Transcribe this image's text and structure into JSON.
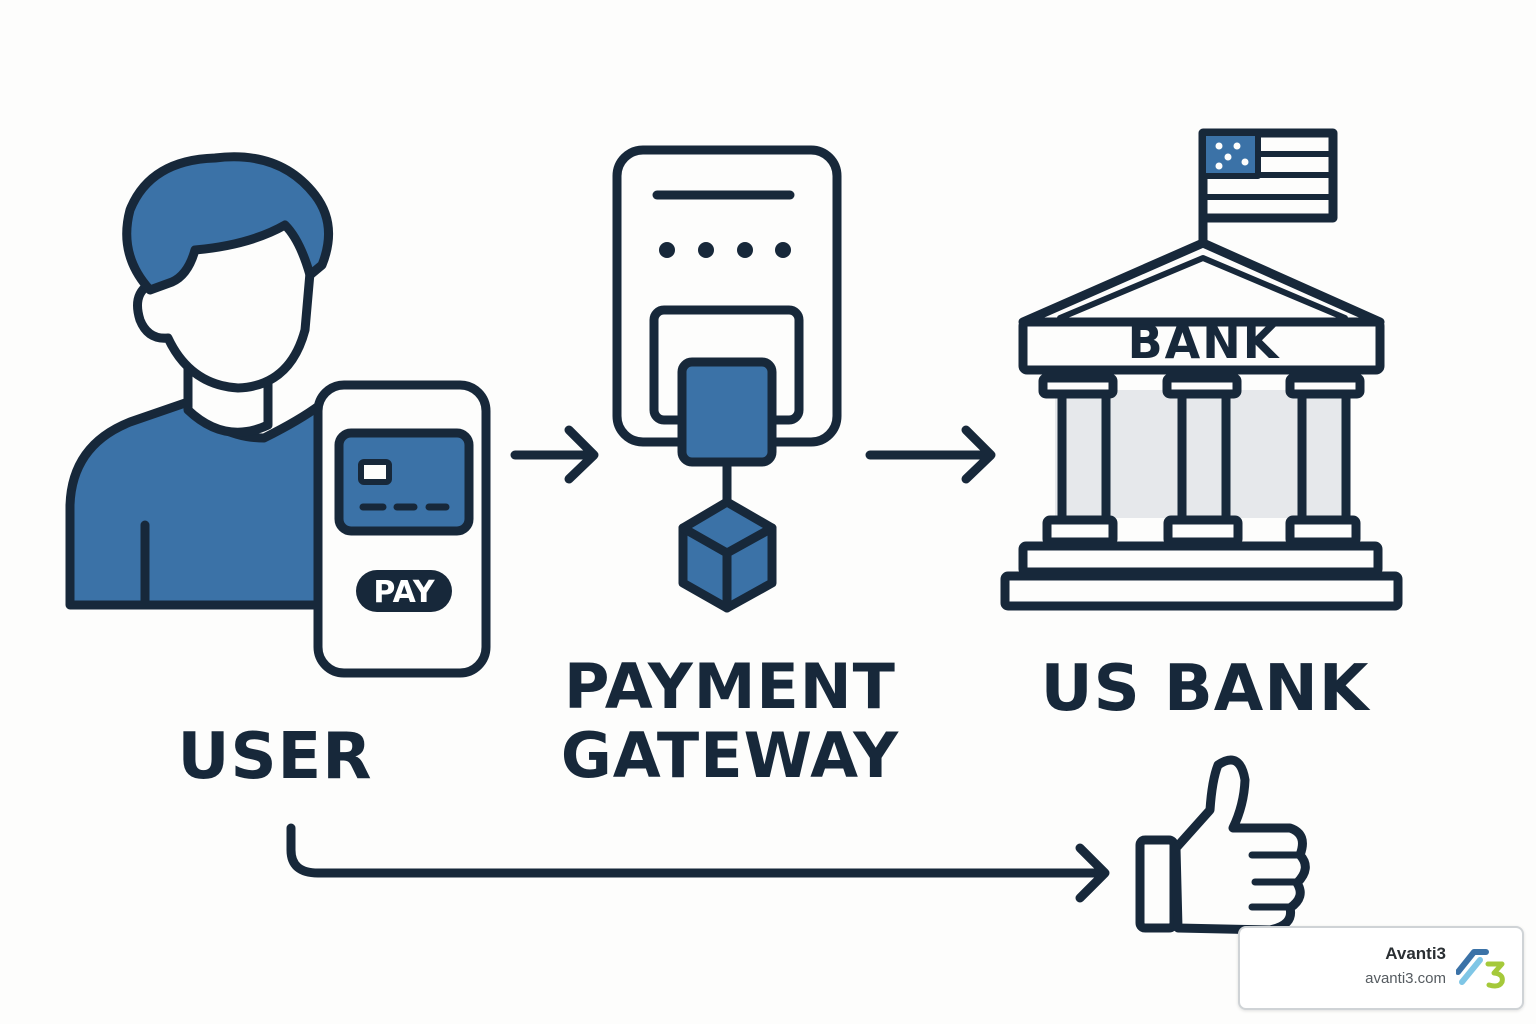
{
  "nodes": {
    "user": {
      "label": "USER"
    },
    "gateway": {
      "label_line1": "PAYMENT",
      "label_line2": "GATEWAY"
    },
    "bank": {
      "label": "US BANK",
      "building_sign": "BANK"
    }
  },
  "phone": {
    "pay_button": "PAY"
  },
  "icons": {
    "user": "person-icon",
    "phone": "phone-icon",
    "card": "credit-card-icon",
    "terminal": "payment-terminal-icon",
    "cube": "cube-icon",
    "bank": "bank-building-icon",
    "flag": "us-flag-icon",
    "approval": "thumbs-up-icon"
  },
  "colors": {
    "accent": "#3b72a7",
    "ink": "#17283a",
    "column_fill": "#e6e8eb",
    "background": "#fdfdfc"
  },
  "badge": {
    "name": "Avanti3",
    "url": "avanti3.com"
  }
}
